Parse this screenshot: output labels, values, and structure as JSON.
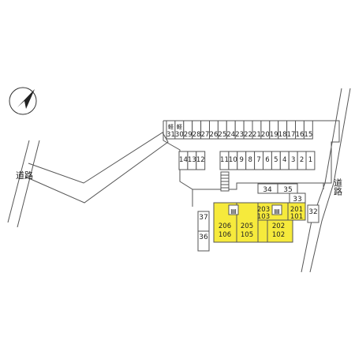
{
  "compass_icon": "north-arrow-icon",
  "roads": {
    "left": "道路",
    "right": "道路"
  },
  "parking": {
    "top_row": [
      "31",
      "30",
      "29",
      "28",
      "27",
      "26",
      "25",
      "24",
      "23",
      "22",
      "21",
      "20",
      "19",
      "18",
      "17",
      "16",
      "15"
    ],
    "kei_marks": [
      "軽",
      "軽"
    ],
    "middle_left": [
      "14",
      "13",
      "12"
    ],
    "middle_right": [
      "11",
      "10",
      "9",
      "8",
      "7",
      "6",
      "5",
      "4",
      "3",
      "2",
      "1"
    ],
    "row_34_35": [
      "34",
      "35"
    ],
    "slot_33": "33",
    "slot_32": "32",
    "left_column": [
      "37",
      "36"
    ]
  },
  "building": {
    "units": [
      {
        "upper": "206",
        "lower": "106"
      },
      {
        "upper": "205",
        "lower": "105"
      },
      {
        "upper": "203",
        "lower": "103"
      },
      {
        "upper": "202",
        "lower": "102"
      },
      {
        "upper": "201",
        "lower": "101"
      }
    ],
    "fill_color": "#f6ea3c"
  }
}
